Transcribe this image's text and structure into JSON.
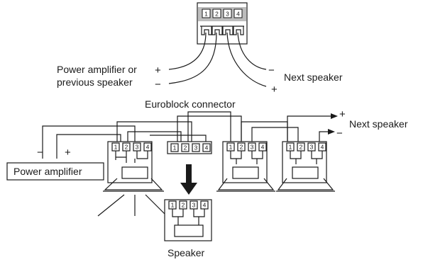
{
  "labels": {
    "top_left_line1": "Power amplifier or",
    "top_left_line2": "previous speaker",
    "top_right": "Next speaker",
    "euroblock": "Euroblock connector",
    "bottom_right": "Next speaker",
    "power_amp": "Power amplifier",
    "speaker": "Speaker"
  },
  "terminals": [
    "1",
    "2",
    "3",
    "4"
  ],
  "signs": {
    "plus": "+",
    "minus": "−"
  }
}
